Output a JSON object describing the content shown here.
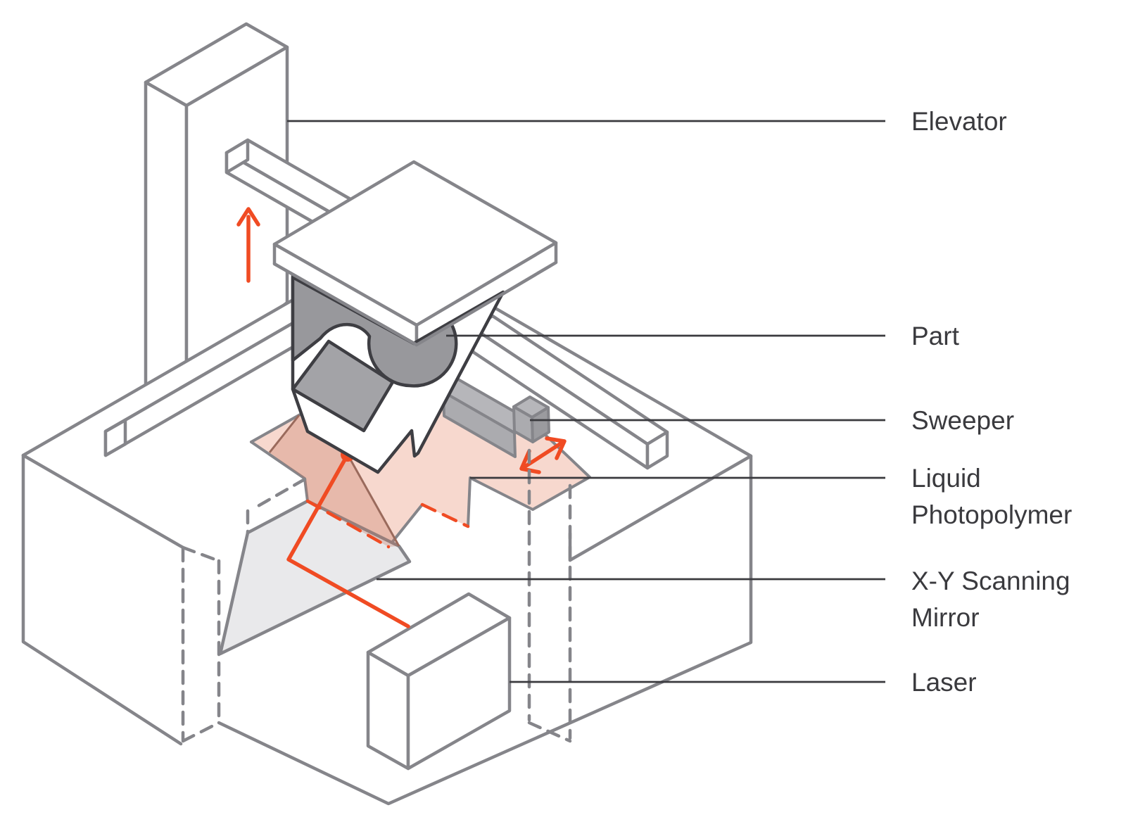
{
  "diagram": {
    "type": "sla-3d-printer-cutaway",
    "labels": {
      "elevator": "Elevator",
      "part": "Part",
      "sweeper": "Sweeper",
      "liquid_line1": "Liquid",
      "liquid_line2": "Photopolymer",
      "mirror_line1": "X-Y Scanning",
      "mirror_line2": "Mirror",
      "laser": "Laser"
    },
    "colors": {
      "accent_orange": "#F04B23",
      "machine_outline": "#85858a",
      "part_outline": "#3E3E43",
      "label_text": "#3a3a3e",
      "liquid_pink": "#F7D8CE",
      "laser_fan": "#C4705A",
      "mirror_gray": "#E9E9EB",
      "part_gray_dark": "#98989C",
      "part_gray_mid": "#A3A3A7",
      "sweeper_gray": "#B6B6BA"
    }
  }
}
